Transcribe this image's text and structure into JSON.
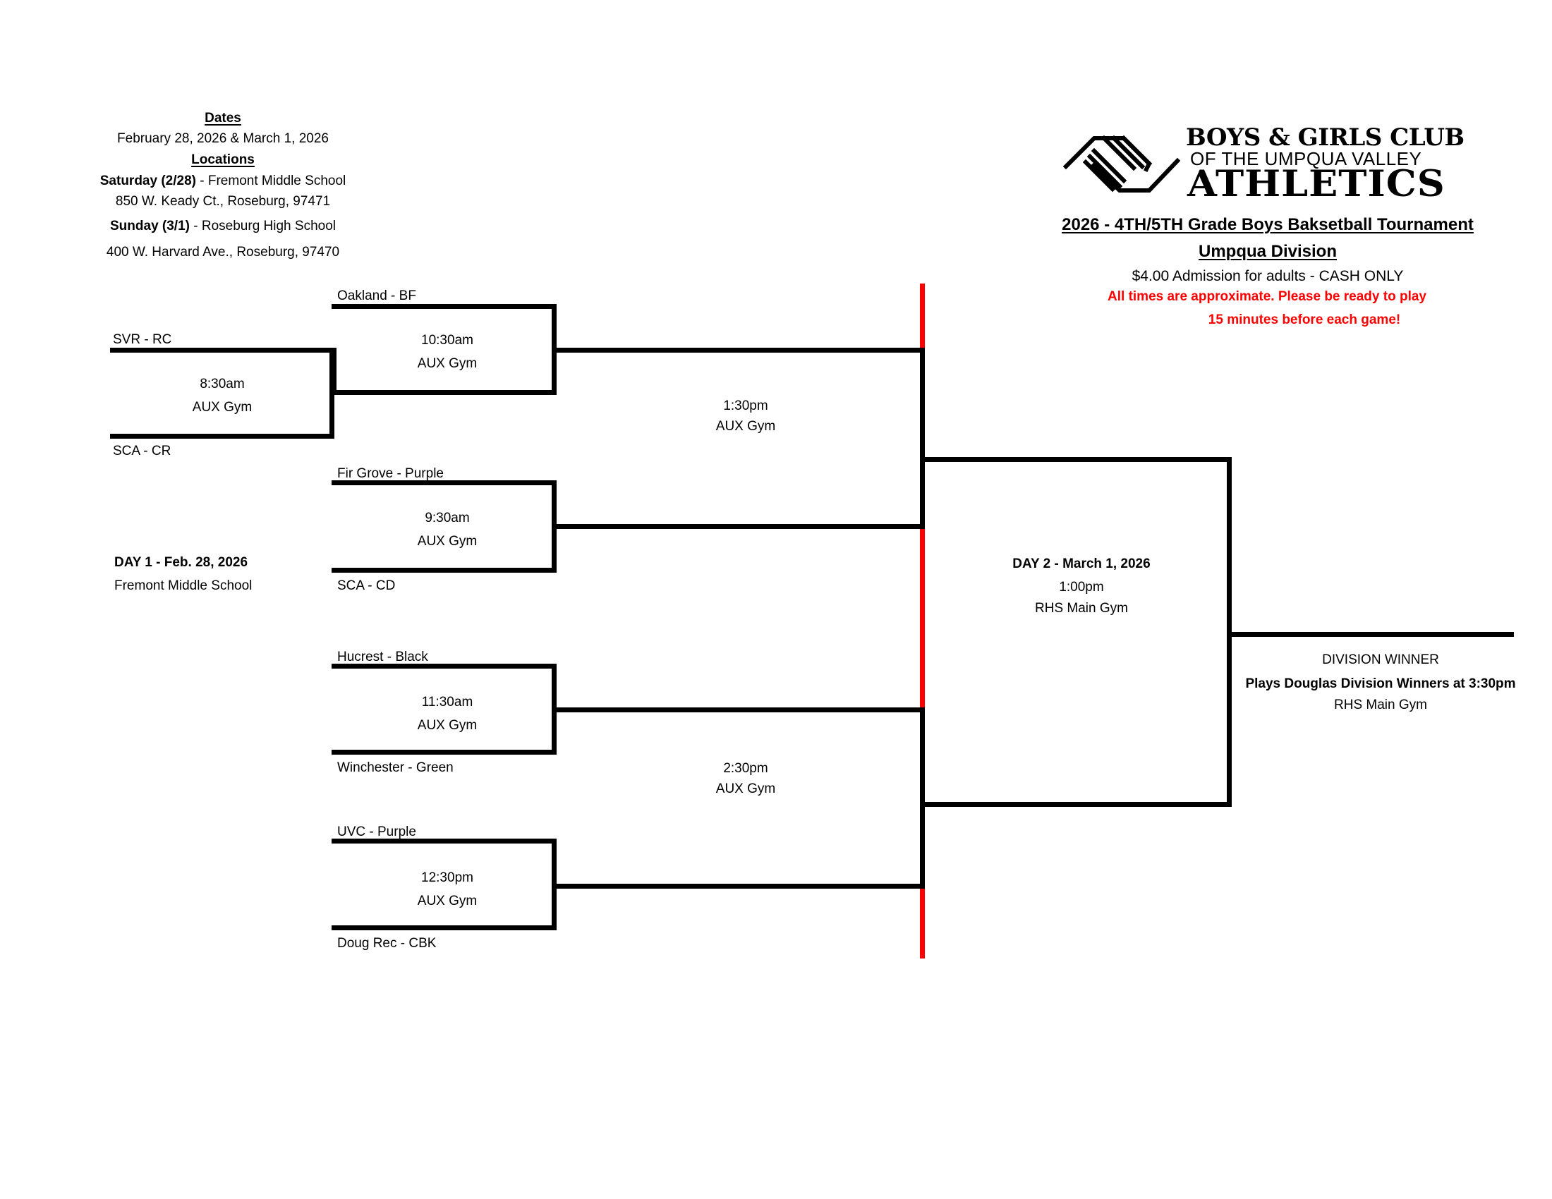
{
  "info": {
    "dates_heading": "Dates",
    "dates_value": "February 28, 2026 & March 1, 2026",
    "locations_heading": "Locations",
    "saturday_label": "Saturday (2/28)",
    "saturday_value": " - Fremont Middle School",
    "saturday_address": "850 W. Keady Ct., Roseburg, 97471",
    "sunday_label": "Sunday (3/1)",
    "sunday_value": " - Roseburg High School",
    "sunday_address": "400 W. Harvard Ave., Roseburg, 97470"
  },
  "logo": {
    "line1": "BOYS & GIRLS CLUB",
    "line2": "OF THE UMPQUA VALLEY",
    "line3": "ATHLETICS",
    "icon": "handshake-icon"
  },
  "header": {
    "title": "2026 - 4TH/5TH Grade Boys Baksetball Tournament",
    "division": "Umpqua Division",
    "admission": "$4.00 Admission for adults - CASH ONLY",
    "notice_line1": "All times are approximate. Please be ready to play",
    "notice_line2": "15 minutes before each game!",
    "notice_color": "#ff0000"
  },
  "day1": {
    "label": "DAY 1 - Feb. 28, 2026",
    "venue": "Fremont Middle School"
  },
  "day2": {
    "label": "DAY 2 - March 1, 2026",
    "time": "1:00pm",
    "venue": "RHS Main Gym"
  },
  "games": {
    "g1": {
      "team_top": "SVR - RC",
      "team_bottom": "SCA - CR",
      "time": "8:30am",
      "venue": "AUX Gym"
    },
    "g2": {
      "team_top": "Oakland - BF",
      "time": "10:30am",
      "venue": "AUX Gym"
    },
    "g3": {
      "team_top": "Fir Grove - Purple",
      "team_bottom": "SCA - CD",
      "time": "9:30am",
      "venue": "AUX Gym"
    },
    "g4": {
      "team_top": "Hucrest - Black",
      "team_bottom": "Winchester - Green",
      "time": "11:30am",
      "venue": "AUX Gym"
    },
    "g5": {
      "team_top": "UVC - Purple",
      "team_bottom": "Doug Rec - CBK",
      "time": "12:30pm",
      "venue": "AUX Gym"
    },
    "semi1": {
      "time": "1:30pm",
      "venue": "AUX Gym"
    },
    "semi2": {
      "time": "2:30pm",
      "venue": "AUX Gym"
    }
  },
  "winner": {
    "label": "DIVISION WINNER",
    "next": "Plays Douglas Division Winners at 3:30pm",
    "venue": "RHS Main Gym"
  },
  "colors": {
    "bracket_line": "#000000",
    "day_divider": "#ff0000"
  }
}
